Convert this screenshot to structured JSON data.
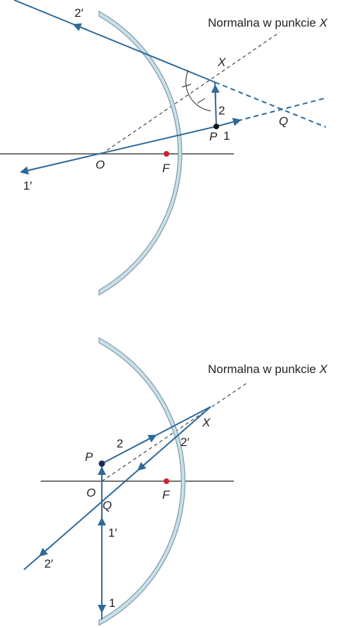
{
  "top": {
    "normal_label_text": "Normalna w punkcie ",
    "normal_label_var": "X",
    "X": "X",
    "Q": "Q",
    "P": "P",
    "O": "O",
    "F": "F",
    "ray1": "1",
    "ray2": "2",
    "ray1p": "1′",
    "ray2p": "2′"
  },
  "bottom": {
    "normal_label_text": "Normalna w punkcie ",
    "normal_label_var": "X",
    "X": "X",
    "Q": "Q",
    "P": "P",
    "O": "O",
    "F": "F",
    "ray1": "1",
    "ray2": "2",
    "ray1p": "1′",
    "ray2p_lower": "2′",
    "ray2p_upper": "2′"
  },
  "colors": {
    "ray": "#2e6a9a",
    "mirror_fill": "#c9dfe9",
    "mirror_edge": "#7f9aa7",
    "focus": "#d0202e",
    "point_top": "#111111",
    "point_bottom": "#1b2a5a",
    "axis": "#444444"
  }
}
